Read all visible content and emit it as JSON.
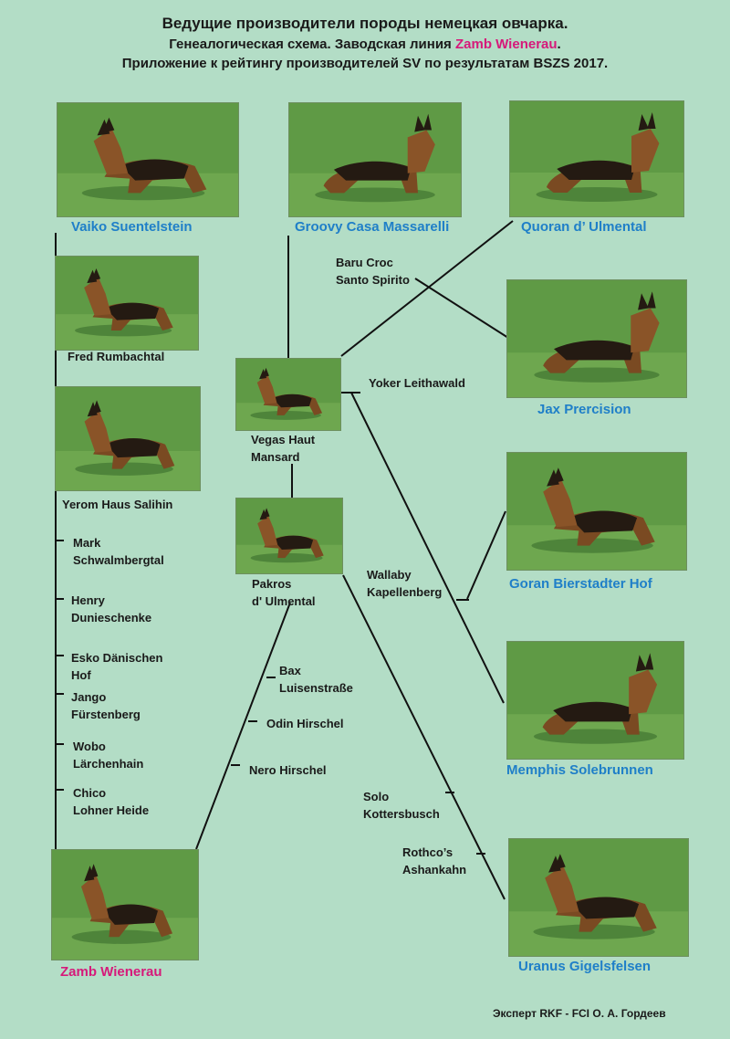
{
  "header": {
    "title": "Ведущие производители породы немецкая овчарка.",
    "subtitle_prefix": "Генеалогическая схема. Заводская линия ",
    "subtitle_highlight": "Zamb Wienerau",
    "subtitle_suffix": ".",
    "line3": "Приложение к рейтингу производителей SV по результатам BSZS 2017."
  },
  "dogs": {
    "vaiko": "Vaiko Suentelstein",
    "groovy": "Groovy Casa Massarelli",
    "quoran": "Quoran d’ Ulmental",
    "fred": "Fred Rumbachtal",
    "jax": "Jax Prercision",
    "vegas": [
      "Vegas Haut",
      "Mansard"
    ],
    "yerom": "Yerom Haus Salihin",
    "goran": "Goran Bierstadter Hof",
    "pakros": [
      "Pakros",
      "d' Ulmental"
    ],
    "memphis": "Memphis Solebrunnen",
    "zamb": "Zamb Wienerau",
    "uranus": "Uranus Gigelsfelsen"
  },
  "intermediates": {
    "baru": [
      "Baru Croc",
      "Santo Spirito"
    ],
    "yoker": "Yoker Leithawald",
    "wallaby": [
      "Wallaby",
      "Kapellenberg"
    ],
    "mark": [
      "Mark",
      "Schwalmbergtal"
    ],
    "henry": [
      "Henry",
      "Dunieschenke"
    ],
    "esko": [
      "Esko Dänischen",
      "Hof"
    ],
    "jango": [
      "Jango",
      "Fürstenberg"
    ],
    "wobo": [
      "Wobo",
      "Lärchenhain"
    ],
    "chico": [
      "Chico",
      "Lohner Heide"
    ],
    "bax": [
      "Bax",
      "Luisenstraße"
    ],
    "odin": "Odin Hirschel",
    "nero": "Nero Hirschel",
    "solo": [
      "Solo",
      "Kottersbusch"
    ],
    "rothco": [
      "Rothco’s",
      "Ashankahn"
    ]
  },
  "footer": "Эксперт RKF - FCI О. А. Гордеев",
  "colors": {
    "background": "#b3ddc6",
    "blue_label": "#1f7fc8",
    "pink_label": "#d6197a",
    "grass": "#5f9a45"
  }
}
